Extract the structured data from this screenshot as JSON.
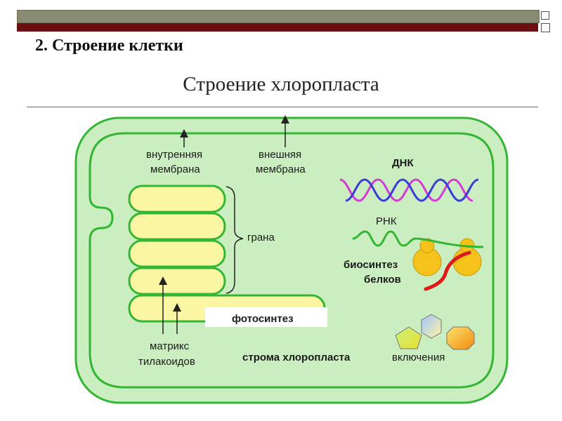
{
  "header": {
    "section_title": "2. Строение клетки",
    "slide_title": "Строение хлоропласта"
  },
  "diagram": {
    "labels": {
      "inner_membrane_1": "внутренняя",
      "inner_membrane_2": "мембрана",
      "outer_membrane_1": "внешняя",
      "outer_membrane_2": "мембрана",
      "dna": "ДНК",
      "grana": "грана",
      "rna": "РНК",
      "protein_synthesis_1": "биосинтез",
      "protein_synthesis_2": "белков",
      "photosynthesis": "фотосинтез",
      "thylakoid_matrix_1": "матрикс",
      "thylakoid_matrix_2": "тилакоидов",
      "stroma": "строма хлоропласта",
      "inclusions": "включения"
    },
    "colors": {
      "stroma_fill": "#cbeec0",
      "membrane": "#34b634",
      "thylakoid_fill": "#fbf6a3",
      "dna_blue": "#3b3bd8",
      "dna_magenta": "#d43ad4",
      "ribosome": "#f4c21a",
      "protein_chain": "#e01818"
    }
  }
}
